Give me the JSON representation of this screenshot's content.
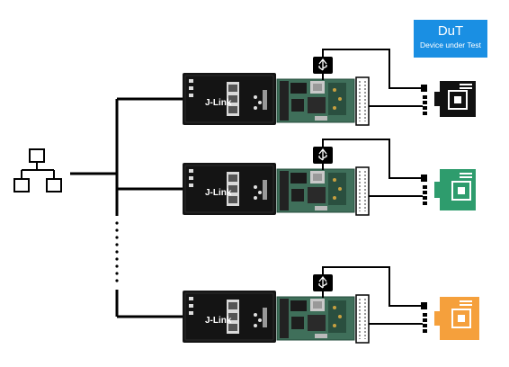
{
  "dut_label": {
    "title": "DuT",
    "subtitle": "Device under Test"
  },
  "probes": [
    {
      "brand": "J-Link",
      "board_color": "#111111"
    },
    {
      "brand": "J-Link",
      "board_color": "#2e9c6d"
    },
    {
      "brand": "J-Link",
      "board_color": "#f5a03c"
    }
  ],
  "icons": {
    "network": "network-hub-icon",
    "usb": "usb-icon",
    "chip": "chip-icon"
  },
  "colors": {
    "line": "#000000",
    "label_bg": "#1a8fe3"
  }
}
